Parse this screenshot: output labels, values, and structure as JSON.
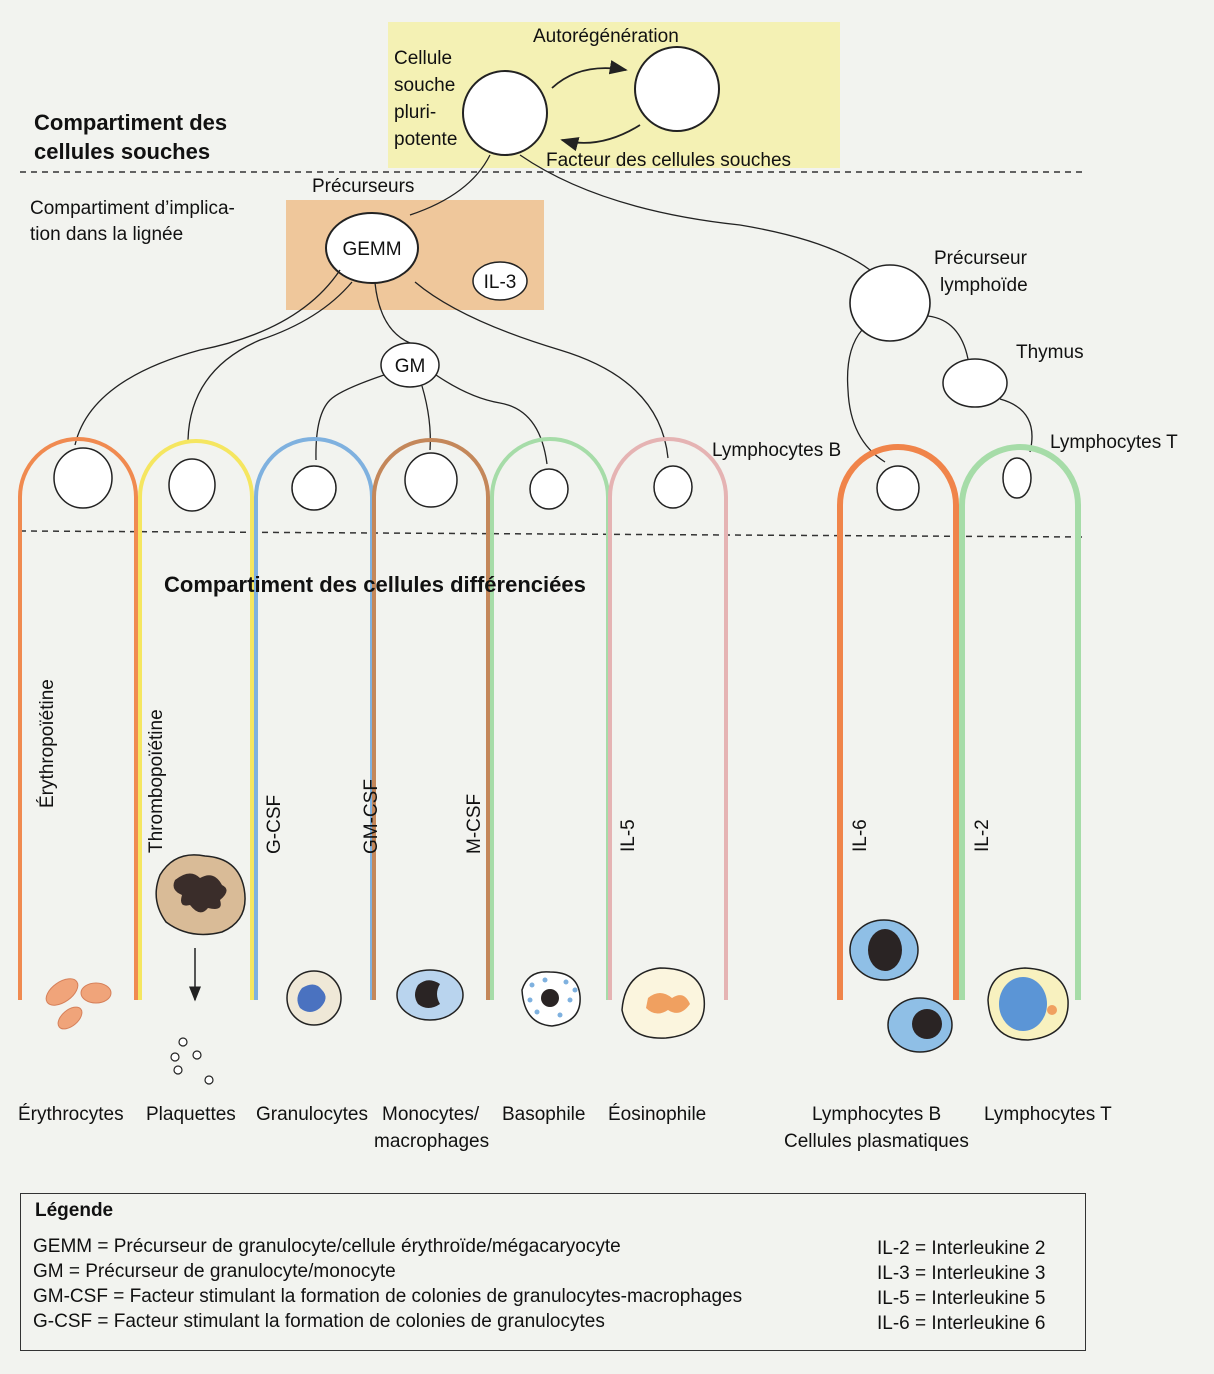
{
  "stem": {
    "heading_line1": "Compartiment des",
    "heading_line2": "cellules souches",
    "cell_label": [
      "Cellule",
      "souche",
      "pluri-",
      "potente"
    ],
    "self_renewal": "Autorégénération",
    "factor": "Facteur des cellules souches"
  },
  "commitment": {
    "heading_line1": "Compartiment d’implica-",
    "heading_line2": "tion dans la lignée",
    "precursors": "Précurseurs",
    "gemm": "GEMM",
    "il3": "IL-3",
    "gm": "GM",
    "lymphoid_line1": "Précurseur",
    "lymphoid_line2": "lymphoïde",
    "thymus": "Thymus",
    "lymph_b": "Lymphocytes B",
    "lymph_t": "Lymphocytes T"
  },
  "differentiated": {
    "heading": "Compartiment des cellules différenciées"
  },
  "factors": [
    "Érythropoïétine",
    "Thrombopoïétine",
    "G-CSF",
    "GM-CSF",
    "M-CSF",
    "IL-5",
    "IL-6",
    "IL-2"
  ],
  "cell_types": {
    "erythrocytes": "Érythrocytes",
    "platelets": "Plaquettes",
    "granulocytes": "Granulocytes",
    "monocytes_line1": "Monocytes/",
    "monocytes_line2": "macrophages",
    "basophil": "Basophile",
    "eosinophil": "Éosinophile",
    "lymph_b_line1": "Lymphocytes B",
    "lymph_b_line2": "Cellules plasmatiques",
    "lymph_t": "Lymphocytes T"
  },
  "colors": {
    "stem_box": "#f4f1b4",
    "commit_box": "#efc79b",
    "erythro": "#f08a50",
    "thrombo": "#f5e660",
    "gcsf": "#7fb1df",
    "gmcsf": "#c4875a",
    "mcsf": "#a6dca8",
    "il5": "#e5b3b3",
    "il6": "#f0844a",
    "il2": "#a6dca8"
  },
  "legend": {
    "title": "Légende",
    "left": [
      "GEMM = Précurseur de granulocyte/cellule érythroïde/mégacaryocyte",
      "GM = Précurseur de granulocyte/monocyte",
      "GM-CSF = Facteur stimulant la formation de colonies de granulocytes-macrophages",
      "G-CSF = Facteur stimulant la formation de colonies de granulocytes"
    ],
    "right": [
      "IL-2 = Interleukine 2",
      "IL-3 = Interleukine 3",
      "IL-5 = Interleukine 5",
      "IL-6 = Interleukine 6"
    ]
  }
}
